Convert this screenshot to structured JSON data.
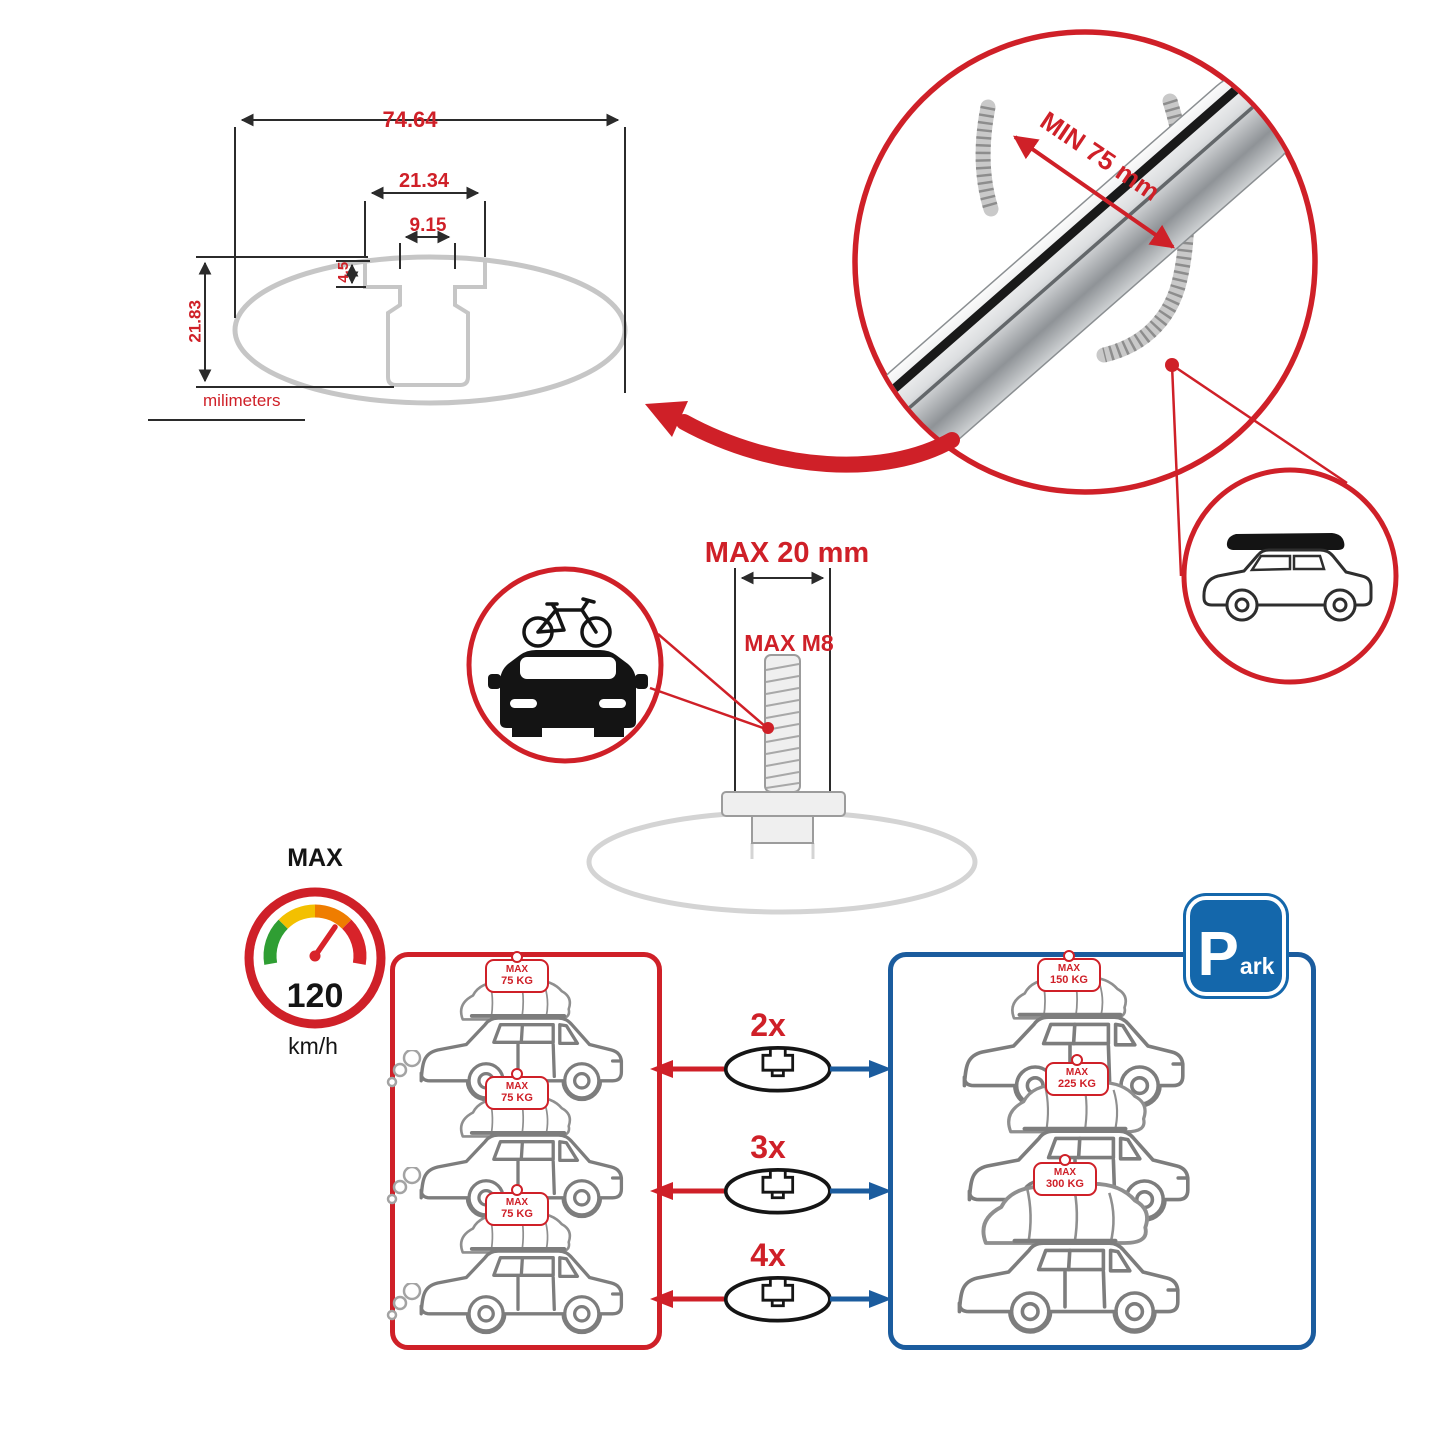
{
  "colors": {
    "red": "#cf2028",
    "blue": "#1b5c9e",
    "gray": "#c6c6c6",
    "dark": "#141414"
  },
  "dimension_diagram": {
    "total_width": "74.64",
    "slot_outer_width": "21.34",
    "slot_inner_width": "9.15",
    "lip_depth": "4.5",
    "total_height": "21.83",
    "units_label": "milimeters"
  },
  "crossbar_inset": {
    "min_clamp": "MIN 75 mm"
  },
  "bolt_inset": {
    "max_length": "MAX 20 mm",
    "max_thread": "MAX M8"
  },
  "speed_limit": {
    "label": "MAX",
    "value": "120",
    "units": "km/h"
  },
  "crossbar_rows": [
    {
      "qty": "2x"
    },
    {
      "qty": "3x"
    },
    {
      "qty": "4x"
    }
  ],
  "moving_cars": [
    {
      "max": "MAX",
      "load": "75 KG"
    },
    {
      "max": "MAX",
      "load": "75 KG"
    },
    {
      "max": "MAX",
      "load": "75 KG"
    }
  ],
  "parked_cars": [
    {
      "max": "MAX",
      "load": "150 KG"
    },
    {
      "max": "MAX",
      "load": "225 KG"
    },
    {
      "max": "MAX",
      "load": "300 KG"
    }
  ],
  "park_sign": {
    "p": "P",
    "ark": "ark"
  }
}
